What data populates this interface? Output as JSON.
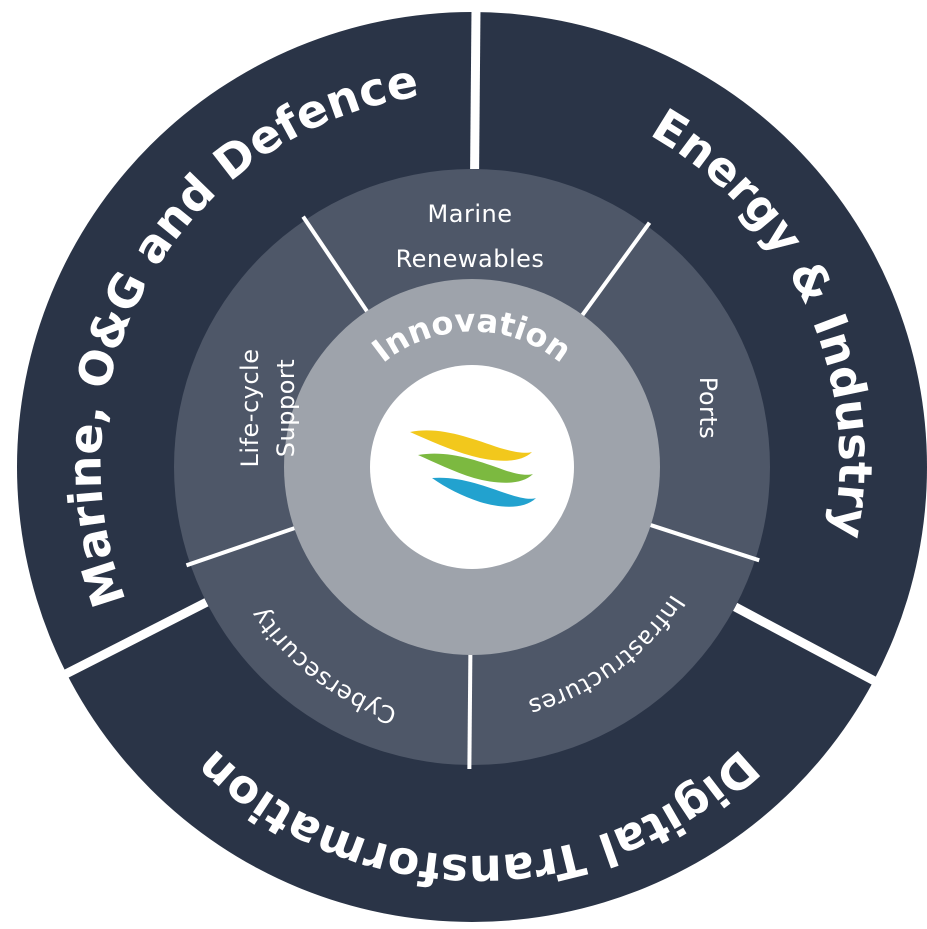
{
  "outer_ring": [
    {
      "label": "Marine, O&G and Defence"
    },
    {
      "label": "Energy & Industry"
    },
    {
      "label": "Digital Transformation"
    }
  ],
  "middle_ring": [
    {
      "label": "Marine Renewables"
    },
    {
      "label": "Ports"
    },
    {
      "label": "Infrastructures"
    },
    {
      "label": "Cybersecurity"
    },
    {
      "label": "Life-cycle Support"
    }
  ],
  "center": {
    "label": "Innovation",
    "logo_icon": "wave-logo-icon"
  },
  "colors": {
    "outer_ring": "#2a3447",
    "middle_ring": "#4e5768",
    "inner_ring": "#9ea3ab",
    "center_disc": "#ffffff",
    "divider": "#ffffff",
    "logo_yellow": "#f2c81c",
    "logo_green": "#7cb940",
    "logo_blue": "#22a2cf"
  }
}
